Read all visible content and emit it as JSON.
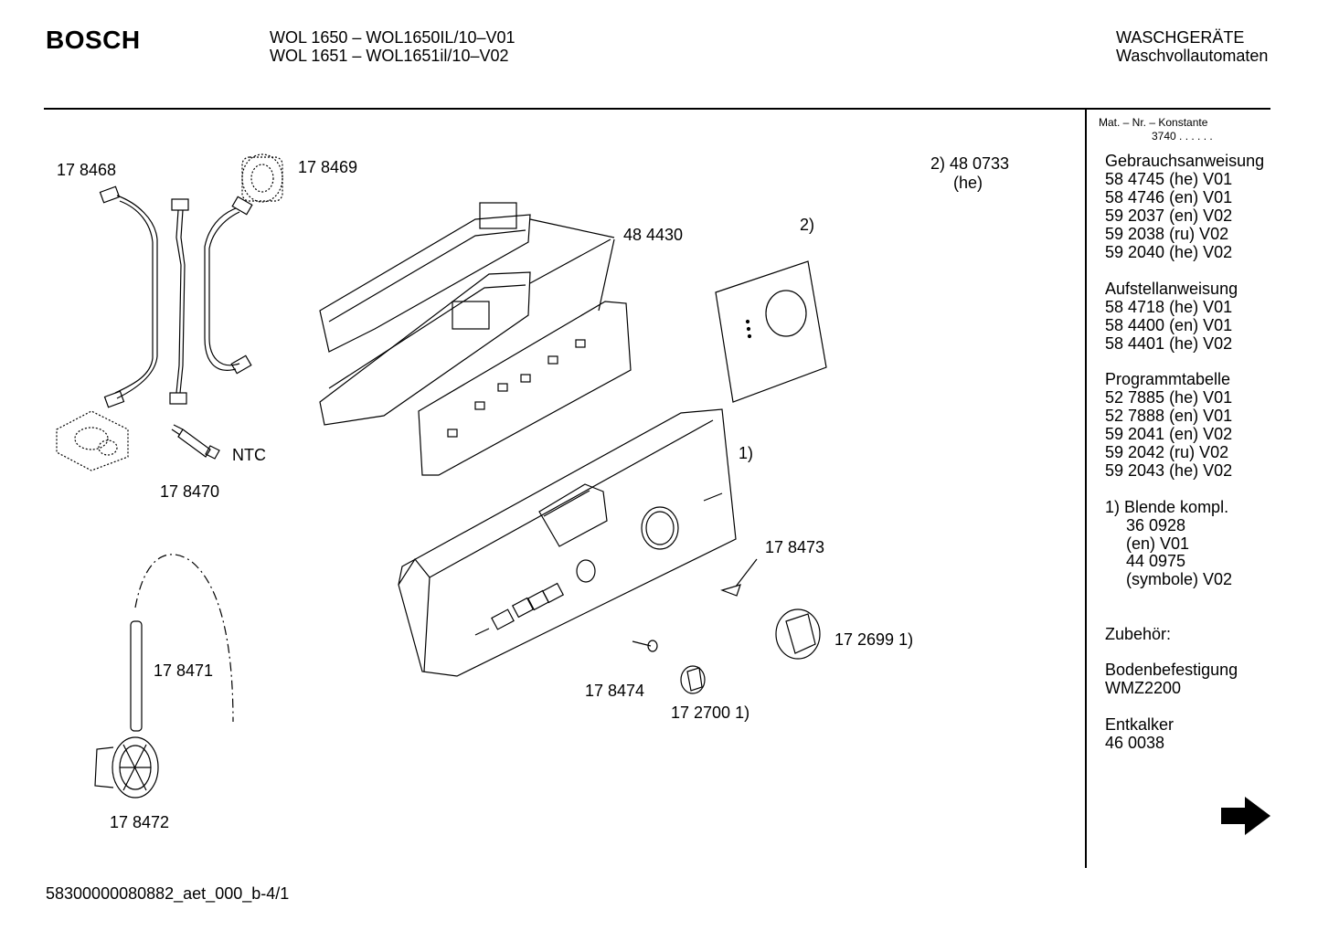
{
  "header": {
    "brand": "BOSCH",
    "models": [
      "WOL 1650  – WOL1650IL/10–V01",
      "WOL  1651 – WOL1651il/10–V02"
    ],
    "category": [
      "WASCHGERÄTE",
      "Waschvollautomaten"
    ]
  },
  "sidebar": {
    "mat_label": "Mat. – Nr. – Konstante",
    "mat_value": "3740  .  .     .  .  .  .",
    "sections": [
      {
        "title": "Gebrauchsanweisung",
        "items": [
          "58 4745 (he) V01",
          "58 4746 (en) V01",
          "59 2037 (en) V02",
          "59 2038 (ru) V02",
          "59 2040 (he) V02"
        ]
      },
      {
        "title": "Aufstellanweisung",
        "items": [
          "58 4718 (he) V01",
          "58 4400 (en) V01",
          "58 4401 (he) V02"
        ]
      },
      {
        "title": "Programmtabelle",
        "items": [
          "52 7885 (he) V01",
          "52 7888 (en) V01",
          "59 2041 (en) V02",
          "59 2042 (ru) V02",
          "59 2043 (he) V02"
        ]
      }
    ],
    "note_title": "1) Blende kompl.",
    "note_items": [
      "36 0928",
      "(en) V01",
      "44 0975",
      "(symbole) V02"
    ],
    "zubehor": "Zubehör:",
    "boden": [
      "Bodenbefestigung",
      "WMZ2200"
    ],
    "entkalker": [
      "Entkalker",
      "46 0038"
    ]
  },
  "parts": {
    "p178468": "17 8468",
    "p178469": "17 8469",
    "p178470": "17 8470",
    "ntc": "NTC",
    "p484430": "48 4430",
    "p480733a": "2)  48 0733",
    "p480733b": "(he)",
    "ref2": "2)",
    "ref1": "1)",
    "p178473": "17 8473",
    "p172699": "17 2699 1)",
    "p178474": "17 8474",
    "p172700": "17 2700 1)",
    "p178471": "17 8471",
    "p178472": "17 8472"
  },
  "footer": {
    "doc_id": "58300000080882_aet_000_b-4/1"
  }
}
